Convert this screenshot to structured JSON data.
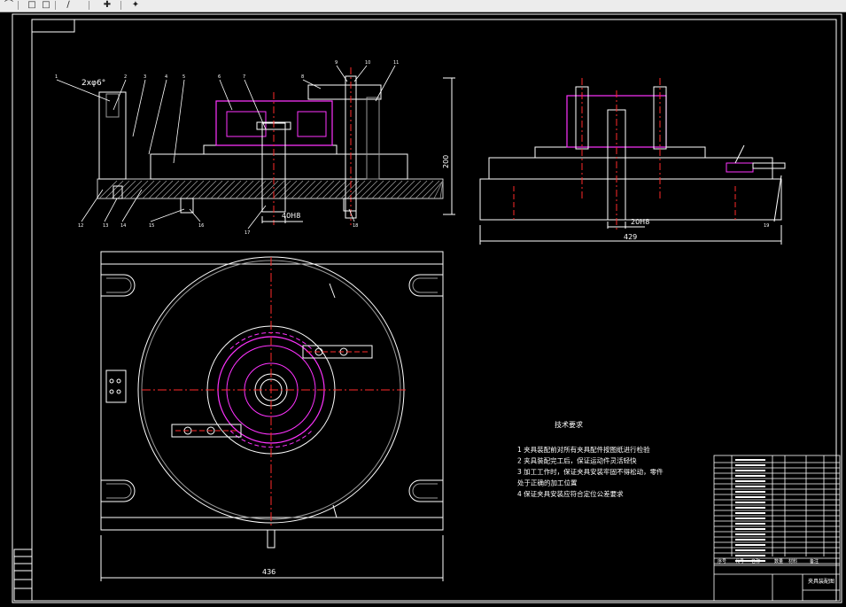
{
  "toolbar": {
    "buttons": [
      {
        "icon": "arc-icon",
        "glyph": "⌒"
      },
      {
        "icon": "rectangle-icon",
        "glyph": "□"
      },
      {
        "icon": "rectangle-icon",
        "glyph": "□"
      },
      {
        "icon": "line-icon",
        "glyph": "∕"
      },
      {
        "icon": "insert-point-icon",
        "glyph": "✚"
      },
      {
        "icon": "wand-icon",
        "glyph": "✦"
      }
    ]
  },
  "drawing": {
    "colors": {
      "background": "#000000",
      "line": "#ffffff",
      "centerline": "#ff2a2a",
      "part": "#ff33ff",
      "hatch": "#9a9a9a",
      "dim": "#ffffff"
    },
    "front_view": {
      "note_label": "2xφ6°",
      "height_dim": "200",
      "bottom_dim": "40H8",
      "balloons": [
        "1",
        "2",
        "3",
        "4",
        "5",
        "6",
        "7",
        "8",
        "9",
        "10",
        "11",
        "12",
        "13",
        "14",
        "15",
        "16",
        "17",
        "18"
      ]
    },
    "side_view": {
      "width_dim": "429",
      "bottom_dim": "20H8",
      "balloon": "19"
    },
    "top_view": {
      "width_dim": "436"
    },
    "notes": {
      "title": "技术要求",
      "items": [
        "1  夹具装配前对所有夹具配件按图纸进行检验",
        "2  夹具装配完工后，保证运动件灵活轻快",
        "3  加工工作时，保证夹具安装牢固不得松动，零件",
        "   处于正确的加工位置",
        "4  保证夹具安装应符合定位公差要求"
      ]
    },
    "title_block": {
      "name": "夹具装配图",
      "header": [
        "序号",
        "代号",
        "名称",
        "数量",
        "材料",
        "备注"
      ]
    }
  }
}
